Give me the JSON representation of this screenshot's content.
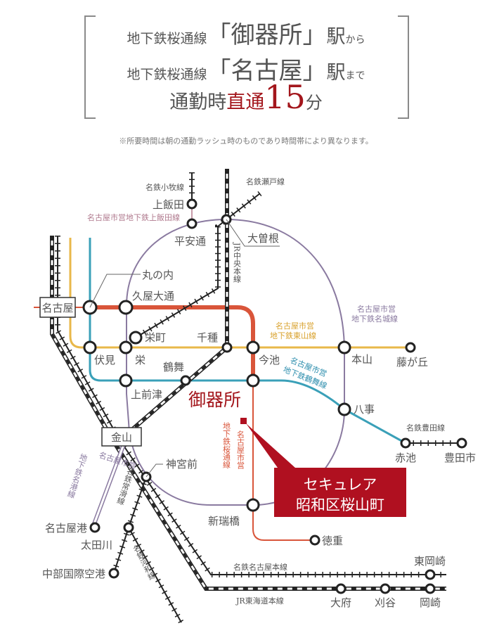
{
  "header": {
    "line1": {
      "prefix": "地下鉄桜通線",
      "station": "「御器所」",
      "eki": "駅",
      "suffix": "から"
    },
    "line2": {
      "prefix": "地下鉄桜通線",
      "station": "「名古屋」",
      "eki": "駅",
      "suffix": "まで"
    },
    "line3": {
      "prefix": "通勤時",
      "highlight": "直通",
      "minutes": "15",
      "unit": "分"
    }
  },
  "note": "※所要時間は朝の通勤ラッシュ時のものであり時間帯により異なります。",
  "colors": {
    "sakuradori": "#d9553a",
    "higashiyama": "#e8b84a",
    "tsurumai": "#3aa0b8",
    "meijo": "#8a7aa0",
    "kamiiida": "#c79aa8",
    "callout": "#b01020"
  },
  "lines": {
    "komaki": "名鉄小牧線",
    "kamiiida": "名古屋市営地下鉄上飯田線",
    "seto": "名鉄瀬戸線",
    "chuo": "JR中央本線",
    "meijo": "名古屋市営地下鉄名城線",
    "higashiyama": "名古屋市営地下鉄東山線",
    "tsurumai": "名古屋市営地下鉄鶴舞線",
    "sakuradori": "名古屋市営地下鉄桜通線",
    "meiko": "名古屋市営地下鉄名港線",
    "tokoname": "名鉄常滑線",
    "kowa": "名鉄河和線",
    "toyota": "名鉄豊田線",
    "meitetsu_main": "名鉄名古屋本線",
    "tokaido": "JR東海道本線"
  },
  "line_label_parts": {
    "kamiiida": "名古屋市営地下鉄上飯田線",
    "meijo_1": "名古屋市営",
    "meijo_2": "地下鉄名城線",
    "higashiyama_1": "名古屋市営",
    "higashiyama_2": "地下鉄東山線",
    "tsurumai_1": "名古屋市営",
    "tsurumai_2": "地下鉄鶴舞線",
    "sakuradori_1": "名古屋市営",
    "sakuradori_2": "地下鉄桜通線",
    "meiko_1": "名古屋市営",
    "meiko_2": "地下鉄名港線"
  },
  "stations": {
    "kamiiida": "上飯田",
    "heianDori": "平安通",
    "ozone": "大曽根",
    "marunouchi": "丸の内",
    "nagoya": "名古屋",
    "hisayaOdori": "久屋大通",
    "sakaemachi": "栄町",
    "chikusa": "千種",
    "fushimi": "伏見",
    "sakae": "栄",
    "imaike": "今池",
    "motoyama": "本山",
    "fujigaoka": "藤が丘",
    "tsurumai": "鶴舞",
    "kamimaezu": "上前津",
    "gokiso": "御器所",
    "yagoto": "八事",
    "akaike": "赤池",
    "toyotashi": "豊田市",
    "kanayama": "金山",
    "jingumae": "神宮前",
    "nagoyako": "名古屋港",
    "otagawa": "太田川",
    "aratamabashi": "新瑞橋",
    "tokushige": "徳重",
    "chubuAirport": "中部国際空港",
    "higashiOkazaki": "東岡崎",
    "obu": "大府",
    "kariya": "刈谷",
    "okazaki": "岡崎"
  },
  "callout": {
    "line1": "セキュレア",
    "line2": "昭和区桜山町"
  }
}
